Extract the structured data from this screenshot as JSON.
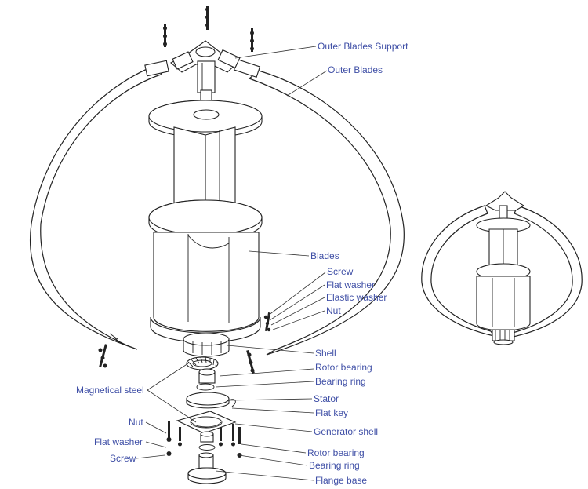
{
  "colors": {
    "label": "#3f4fa6",
    "line": "#222222",
    "background": "#ffffff"
  },
  "labels": [
    {
      "id": "outer-blades-support",
      "text": "Outer Blades Support"
    },
    {
      "id": "outer-blades",
      "text": "Outer Blades"
    },
    {
      "id": "blades",
      "text": "Blades"
    },
    {
      "id": "screw-right",
      "text": "Screw"
    },
    {
      "id": "flat-washer-right",
      "text": "Flat washer"
    },
    {
      "id": "elastic-washer",
      "text": "Elastic washer"
    },
    {
      "id": "nut-right",
      "text": "Nut"
    },
    {
      "id": "shell",
      "text": "Shell"
    },
    {
      "id": "rotor-bearing-top",
      "text": "Rotor bearing"
    },
    {
      "id": "bearing-ring-top",
      "text": "Bearing ring"
    },
    {
      "id": "stator",
      "text": "Stator"
    },
    {
      "id": "flat-key",
      "text": "Flat key"
    },
    {
      "id": "generator-shell",
      "text": "Generator shell"
    },
    {
      "id": "rotor-bearing-bottom",
      "text": "Rotor bearing"
    },
    {
      "id": "bearing-ring-bottom",
      "text": "Bearing ring"
    },
    {
      "id": "flange-base",
      "text": "Flange base"
    },
    {
      "id": "magnetical-steel",
      "text": "Magnetical steel"
    },
    {
      "id": "nut-left",
      "text": "Nut"
    },
    {
      "id": "flat-washer-left",
      "text": "Flat washer"
    },
    {
      "id": "screw-left",
      "text": "Screw"
    }
  ]
}
